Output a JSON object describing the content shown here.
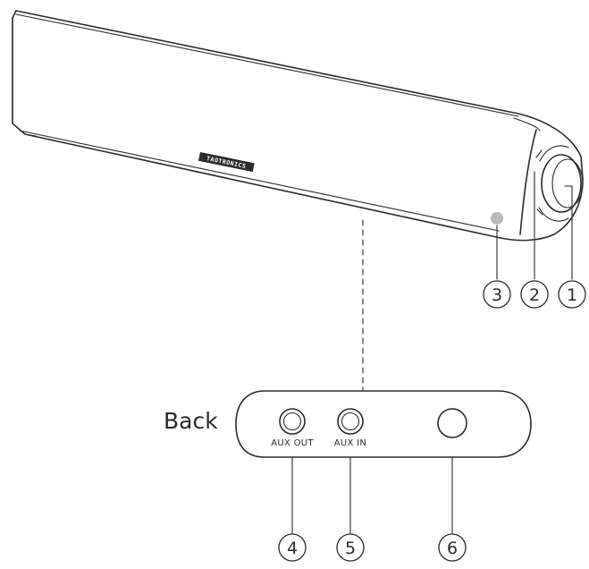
{
  "diagram": {
    "brand": "TAOTRONICS",
    "back_label": "Back",
    "ports": {
      "aux_out": "AUX OUT",
      "aux_in": "AUX IN"
    },
    "callouts": [
      "1",
      "2",
      "3",
      "4",
      "5",
      "6"
    ],
    "colors": {
      "line": "#2b2b2b",
      "indicator": "#b9b9b9",
      "background": "#ffffff"
    }
  }
}
